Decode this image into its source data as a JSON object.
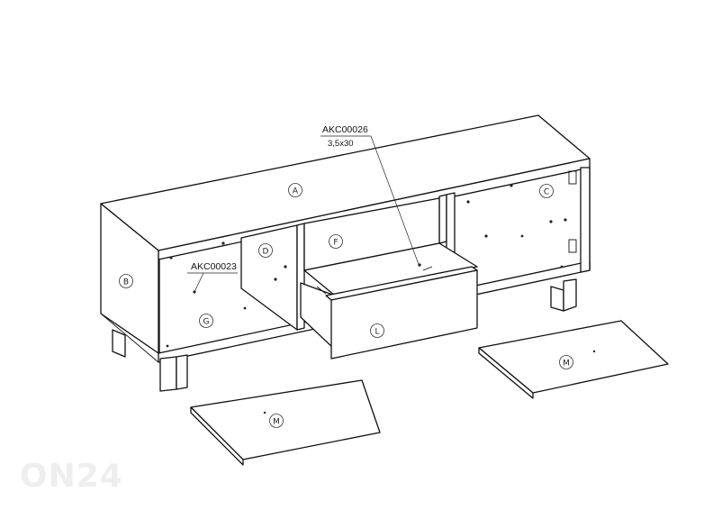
{
  "parts": {
    "A": "A",
    "B": "B",
    "C": "C",
    "D": "D",
    "F": "F",
    "G": "G",
    "L": "L",
    "M1": "M",
    "M2": "M"
  },
  "hardware": {
    "akc26_code": "AKC00026",
    "akc26_size": "3,5x30",
    "akc23_code": "AKC00023"
  },
  "logo": {
    "text": "ON24",
    "color": "#eeeeee"
  },
  "colors": {
    "line": "#111111",
    "background": "#ffffff"
  }
}
